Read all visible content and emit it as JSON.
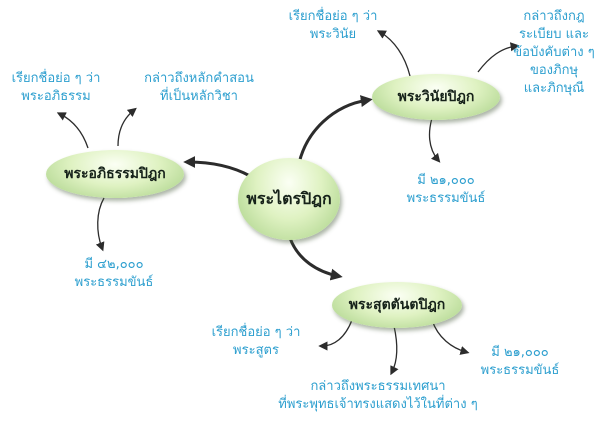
{
  "center": {
    "label": "พระไตรปิฎก"
  },
  "branches": {
    "vinaya": {
      "label": "พระวินัยปิฎก",
      "short_name": [
        "เรียกชื่อย่อ ๆ ว่า",
        "พระวินัย"
      ],
      "description": [
        "กล่าวถึงกฎ",
        "ระเบียบ และ",
        "ข้อบังคับต่าง ๆ",
        "ของภิกษุ",
        "และภิกษุณี"
      ],
      "count": [
        "มี ๒๑,๐๐๐",
        "พระธรรมขันธ์"
      ]
    },
    "abhidhamma": {
      "label": "พระอภิธรรมปิฎก",
      "short_name": [
        "เรียกชื่อย่อ ๆ ว่า",
        "พระอภิธรรม"
      ],
      "description": [
        "กล่าวถึงหลักคำสอน",
        "ที่เป็นหลักวิชา"
      ],
      "count": [
        "มี ๔๒,๐๐๐",
        "พระธรรมขันธ์"
      ]
    },
    "sutta": {
      "label": "พระสุตตันตปิฎก",
      "short_name": [
        "เรียกชื่อย่อ ๆ ว่า",
        "พระสูตร"
      ],
      "description": [
        "กล่าวถึงพระธรรมเทศนา",
        "ที่พระพุทธเจ้าทรงแสดงไว้ในที่ต่าง ๆ"
      ],
      "count": [
        "มี ๒๑,๐๐๐",
        "พระธรรมขันธ์"
      ]
    }
  }
}
